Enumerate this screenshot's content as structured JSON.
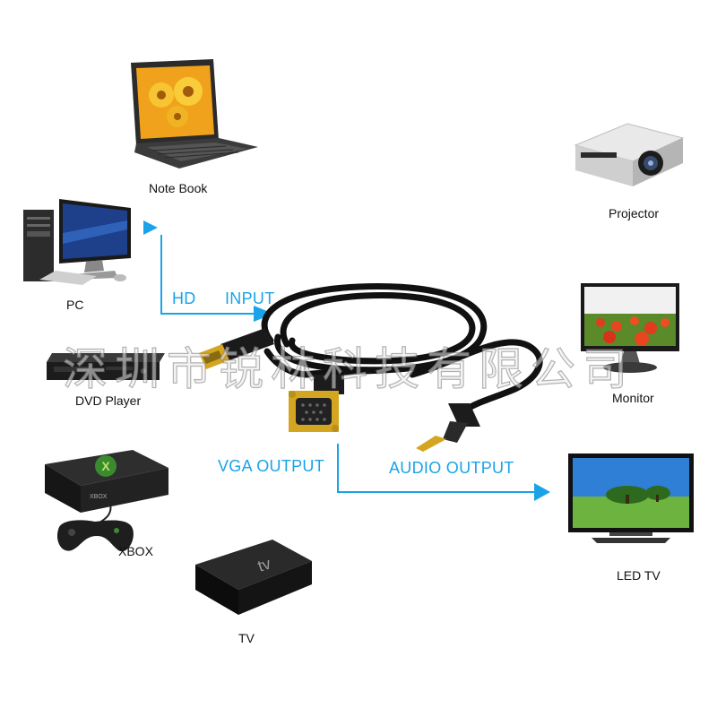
{
  "devices": {
    "notebook": "Note Book",
    "pc": "PC",
    "dvd": "DVD Player",
    "xbox": "XBOX",
    "tv": "TV",
    "projector": "Projector",
    "monitor": "Monitor",
    "led_tv": "LED TV"
  },
  "flow": {
    "hd": "HD",
    "input": "INPUT",
    "vga_output": "VGA OUTPUT",
    "audio_output": "AUDIO OUTPUT"
  },
  "watermark": "深圳市锐林科技有限公司",
  "colors": {
    "arrow": "#1aa3e8",
    "cable": "#111111",
    "connector_gold": "#d4a520"
  },
  "icons": {
    "xbox_logo": "x-logo-icon",
    "tv_logo": "apple-tv-logo-icon"
  },
  "tv_device_logo": "tv",
  "xbox_device_label": "XBOX"
}
